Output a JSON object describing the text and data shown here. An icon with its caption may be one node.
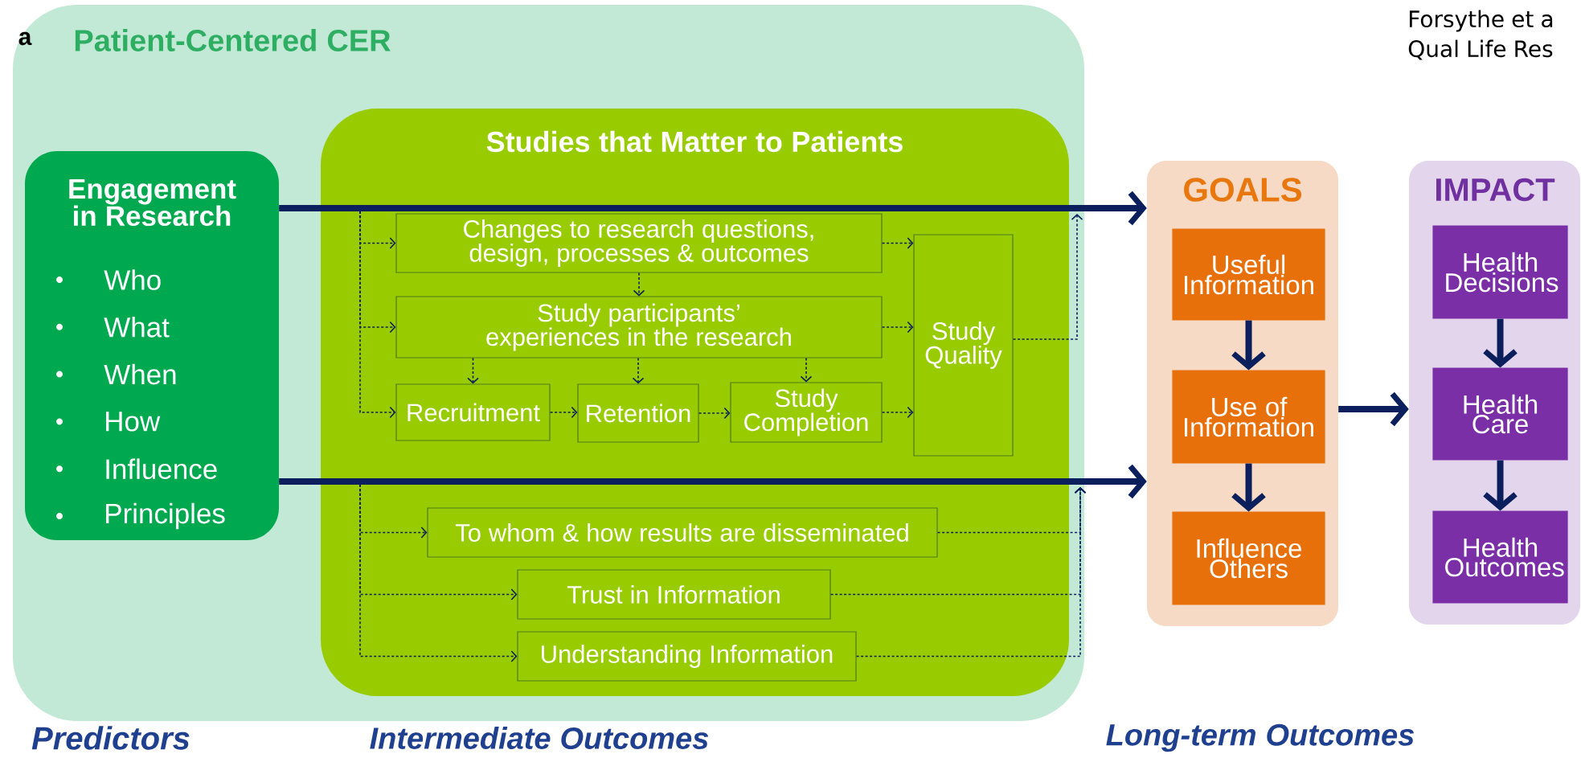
{
  "diagram": {
    "nodes": [
      {
        "text": [
          "Patient-Centered CER"
        ]
      },
      {
        "text": [
          "Engagement in Research",
          "Who",
          "What",
          "When",
          "How",
          "Influence",
          "Principles"
        ],
        "in": 0
      },
      {
        "text": [
          "Studies that Matter to Patients"
        ],
        "in": 0
      },
      {
        "text": [
          "Changes to research questions, design, processes & outcomes"
        ],
        "in": 2
      },
      {
        "text": [
          "Study participants’ experiences in the research"
        ],
        "in": 2
      },
      {
        "text": [
          "Recruitment"
        ],
        "in": 2
      },
      {
        "text": [
          "Retention"
        ],
        "in": 2
      },
      {
        "text": [
          "Study Completion"
        ],
        "in": 2
      },
      {
        "text": [
          "Study Quality"
        ],
        "in": 2
      },
      {
        "text": [
          "To whom & how results are disseminated"
        ],
        "in": 2
      },
      {
        "text": [
          "Trust in Information"
        ],
        "in": 2
      },
      {
        "text": [
          "Understanding Information"
        ],
        "in": 2
      },
      {
        "text": [
          "GOALS"
        ]
      },
      {
        "text": [
          "Useful Information"
        ],
        "in": 12
      },
      {
        "text": [
          "Use of Information"
        ],
        "in": 12
      },
      {
        "text": [
          "Influence Others"
        ],
        "in": 12
      },
      {
        "text": [
          "IMPACT"
        ]
      },
      {
        "text": [
          "Health Decisions"
        ],
        "in": 16
      },
      {
        "text": [
          "Health Care"
        ],
        "in": 16
      },
      {
        "text": [
          "Health Outcomes"
        ],
        "in": 16
      }
    ],
    "edges": [
      {
        "from": 1,
        "to": 12,
        "arrow": "to",
        "style": "thick"
      },
      {
        "from": 1,
        "to": 3,
        "arrow": "to",
        "style": "dashed"
      },
      {
        "from": 1,
        "to": 4,
        "arrow": "to",
        "style": "dashed"
      },
      {
        "from": 1,
        "to": 5,
        "arrow": "to",
        "style": "dashed"
      },
      {
        "from": 3,
        "to": 4,
        "arrow": "to",
        "style": "dashed"
      },
      {
        "from": 3,
        "to": 8,
        "arrow": "to",
        "style": "dashed"
      },
      {
        "from": 4,
        "to": 8,
        "arrow": "to",
        "style": "dashed"
      },
      {
        "from": 4,
        "to": 5,
        "arrow": "to",
        "style": "dashed"
      },
      {
        "from": 4,
        "to": 6,
        "arrow": "to",
        "style": "dashed"
      },
      {
        "from": 4,
        "to": 7,
        "arrow": "to",
        "style": "dashed"
      },
      {
        "from": 5,
        "to": 6,
        "arrow": "to",
        "style": "dashed"
      },
      {
        "from": 6,
        "to": 7,
        "arrow": "to",
        "style": "dashed"
      },
      {
        "from": 7,
        "to": 8,
        "arrow": "to",
        "style": "dashed"
      },
      {
        "from": 8,
        "to": null,
        "arrow": "to",
        "style": "dashed"
      },
      {
        "from": 1,
        "to": 12,
        "arrow": "to",
        "style": "thick"
      },
      {
        "from": 1,
        "to": 9,
        "arrow": "to",
        "style": "dashed"
      },
      {
        "from": 1,
        "to": 10,
        "arrow": "to",
        "style": "dashed"
      },
      {
        "from": 1,
        "to": 11,
        "arrow": "to",
        "style": "dashed"
      },
      {
        "from": 9,
        "to": null,
        "arrow": "to",
        "style": "dashed"
      },
      {
        "from": 10,
        "to": null,
        "arrow": "to",
        "style": "dashed"
      },
      {
        "from": 11,
        "to": null,
        "arrow": "to",
        "style": "dashed"
      },
      {
        "from": 13,
        "to": 14,
        "arrow": "to",
        "style": "thick"
      },
      {
        "from": 14,
        "to": 15,
        "arrow": "to",
        "style": "thick"
      },
      {
        "from": 12,
        "to": 16,
        "arrow": "to",
        "style": "thick"
      },
      {
        "from": 17,
        "to": 18,
        "arrow": "to",
        "style": "thick"
      },
      {
        "from": 18,
        "to": 19,
        "arrow": "to",
        "style": "thick"
      }
    ],
    "labels": [
      "a",
      "Forsythe et a",
      "Qual Life Res",
      "Predictors",
      "Intermediate Outcomes",
      "Long-term Outcomes"
    ]
  }
}
